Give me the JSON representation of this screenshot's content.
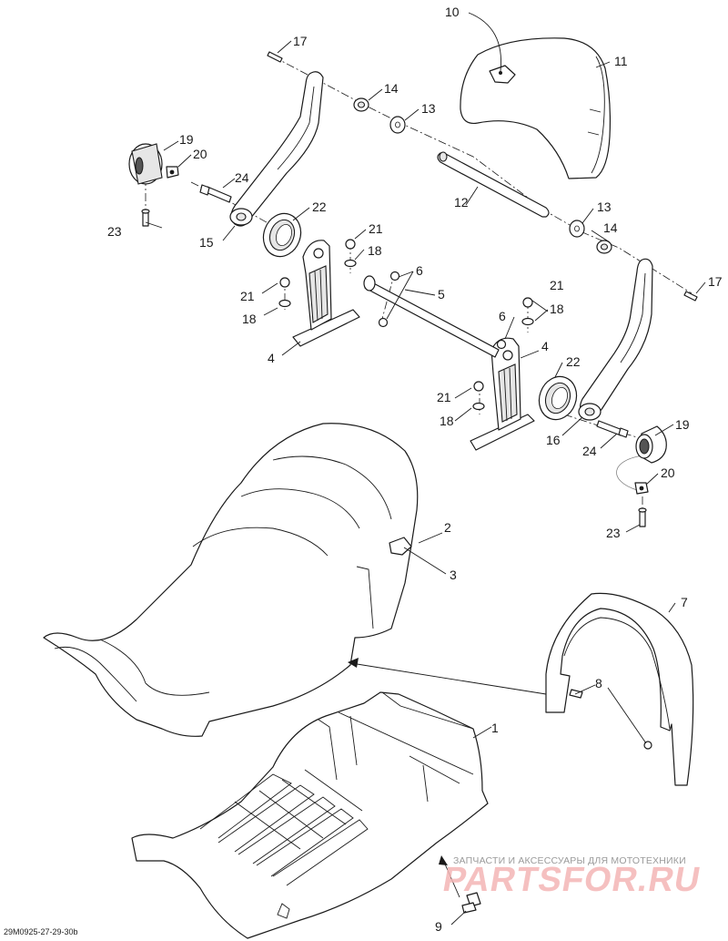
{
  "diagram": {
    "reference_code": "29M0925-27-29-30b",
    "callouts": [
      {
        "id": "c1",
        "label": "1"
      },
      {
        "id": "c2",
        "label": "2"
      },
      {
        "id": "c3",
        "label": "3"
      },
      {
        "id": "c4a",
        "label": "4"
      },
      {
        "id": "c4b",
        "label": "4"
      },
      {
        "id": "c5",
        "label": "5"
      },
      {
        "id": "c6a",
        "label": "6"
      },
      {
        "id": "c6b",
        "label": "6"
      },
      {
        "id": "c7",
        "label": "7"
      },
      {
        "id": "c8",
        "label": "8"
      },
      {
        "id": "c9",
        "label": "9"
      },
      {
        "id": "c10",
        "label": "10"
      },
      {
        "id": "c11",
        "label": "11"
      },
      {
        "id": "c12",
        "label": "12"
      },
      {
        "id": "c13a",
        "label": "13"
      },
      {
        "id": "c13b",
        "label": "13"
      },
      {
        "id": "c14a",
        "label": "14"
      },
      {
        "id": "c14b",
        "label": "14"
      },
      {
        "id": "c15",
        "label": "15"
      },
      {
        "id": "c16",
        "label": "16"
      },
      {
        "id": "c17a",
        "label": "17"
      },
      {
        "id": "c17b",
        "label": "17"
      },
      {
        "id": "c18a",
        "label": "18"
      },
      {
        "id": "c18b",
        "label": "18"
      },
      {
        "id": "c18c",
        "label": "18"
      },
      {
        "id": "c19a",
        "label": "19"
      },
      {
        "id": "c19b",
        "label": "19"
      },
      {
        "id": "c20a",
        "label": "20"
      },
      {
        "id": "c20b",
        "label": "20"
      },
      {
        "id": "c21a",
        "label": "21"
      },
      {
        "id": "c21b",
        "label": "21"
      },
      {
        "id": "c21c",
        "label": "21"
      },
      {
        "id": "c21d",
        "label": "21"
      },
      {
        "id": "c22a",
        "label": "22"
      },
      {
        "id": "c22b",
        "label": "22"
      },
      {
        "id": "c23a",
        "label": "23"
      },
      {
        "id": "c23b",
        "label": "23"
      },
      {
        "id": "c24a",
        "label": "24"
      },
      {
        "id": "c24b",
        "label": "24"
      }
    ]
  },
  "watermark": {
    "tagline": "ЗАПЧАСТИ И АКСЕССУАРЫ ДЛЯ МОТОТЕХНИКИ",
    "logo_text": "PARTSFOR.RU"
  },
  "colors": {
    "line": "#1a1a1a",
    "watermark_logo": "#f4b6b6",
    "watermark_text": "#9a9a9a"
  }
}
